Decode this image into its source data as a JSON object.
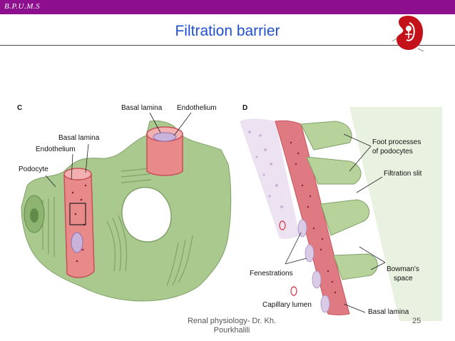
{
  "header": {
    "institution": "B.P.U.M.S",
    "bar_color": "#8e0f8e"
  },
  "slide": {
    "title": "Filtration barrier",
    "title_color": "#1f4fcf"
  },
  "figure": {
    "panel_c": {
      "letter": "C",
      "labels": {
        "basal_lamina_top": "Basal lamina",
        "endothelium_top": "Endothelium",
        "basal_lamina_left": "Basal lamina",
        "endothelium_left": "Endothelium",
        "podocyte": "Podocyte"
      }
    },
    "panel_d": {
      "letter": "D",
      "labels": {
        "foot_processes_line1": "Foot processes",
        "foot_processes_line2": "of podocytes",
        "filtration_slit": "Filtration slit",
        "bowmans_space_line1": "Bowman's",
        "bowmans_space_line2": "space",
        "fenestrations": "Fenestrations",
        "capillary_lumen": "Capillary lumen",
        "basal_lamina": "Basal lamina"
      }
    },
    "colors": {
      "podocyte_green": "#a9c98f",
      "capillary_pink": "#e98a8a",
      "lamina_red": "#d9606a",
      "endothelium_lilac": "#c9b3db"
    }
  },
  "footer": {
    "author_line1": "Renal physiology- Dr. Kh.",
    "author_line2": "Pourkhalili",
    "slide_number": "25"
  }
}
